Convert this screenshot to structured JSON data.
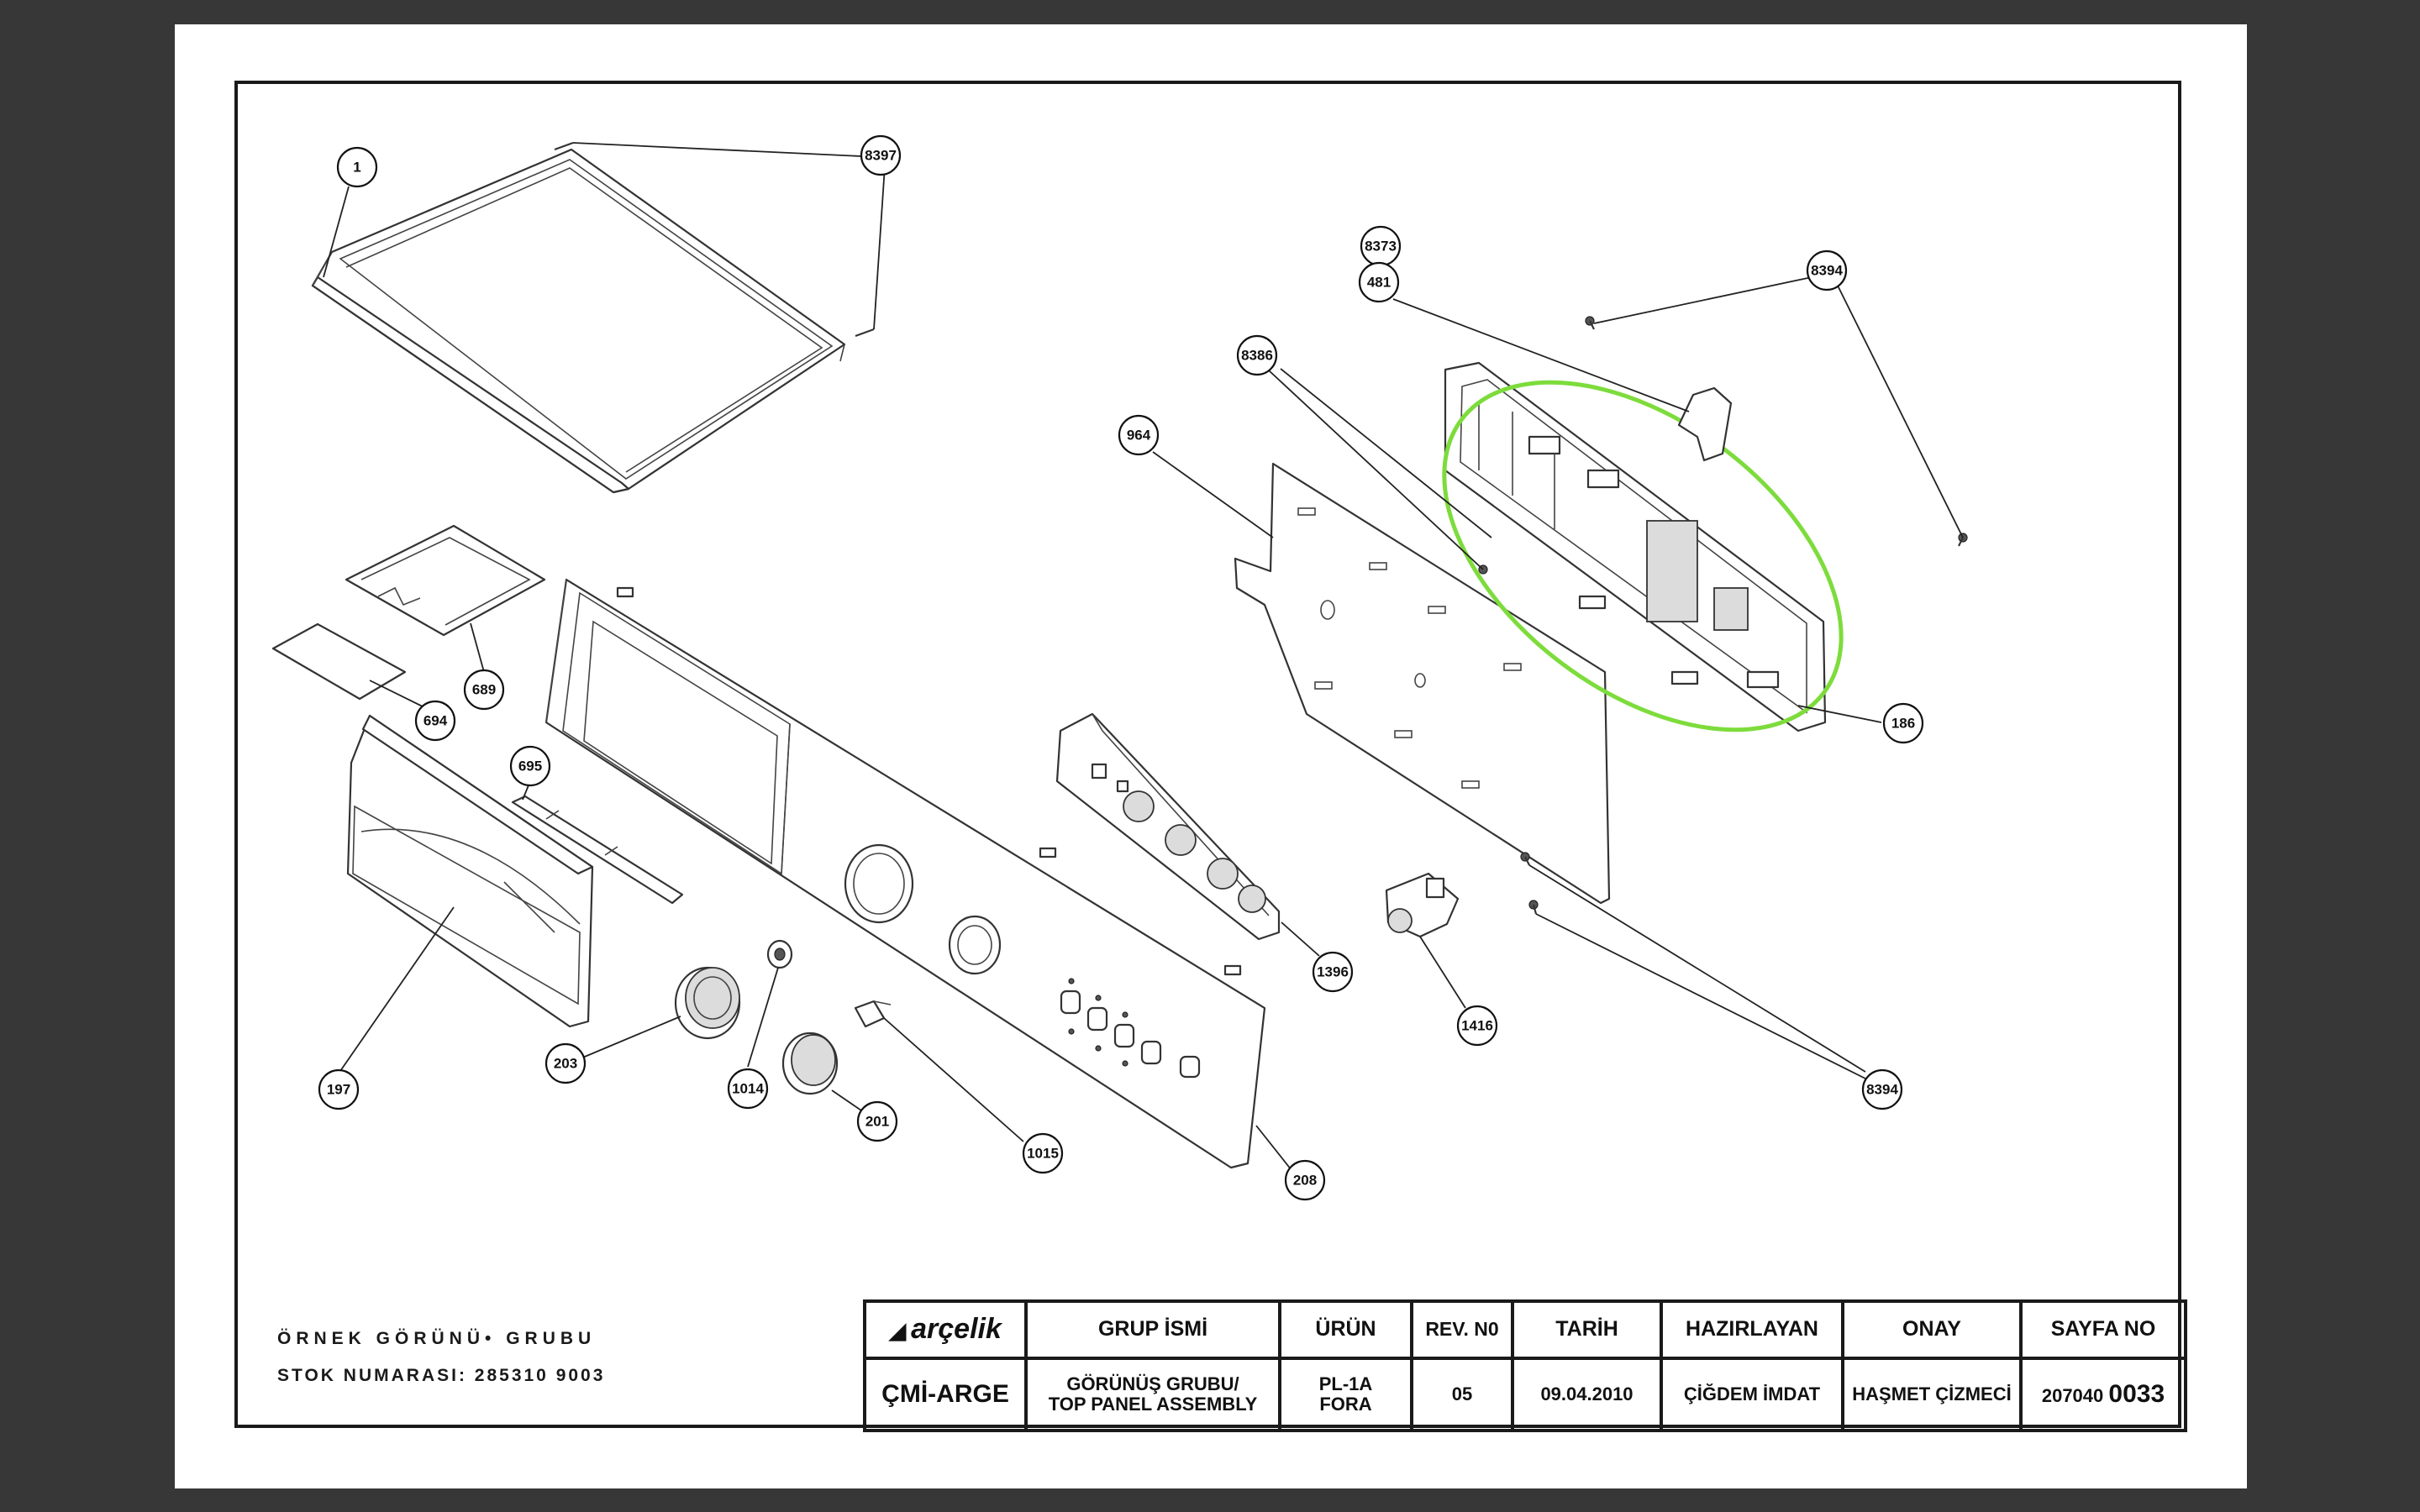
{
  "callouts": [
    {
      "label": "1"
    },
    {
      "label": "8397"
    },
    {
      "label": "8373"
    },
    {
      "label": "481"
    },
    {
      "label": "8394"
    },
    {
      "label": "8386"
    },
    {
      "label": "964"
    },
    {
      "label": "186"
    },
    {
      "label": "689"
    },
    {
      "label": "694"
    },
    {
      "label": "695"
    },
    {
      "label": "197"
    },
    {
      "label": "203"
    },
    {
      "label": "1014"
    },
    {
      "label": "201"
    },
    {
      "label": "1015"
    },
    {
      "label": "208"
    },
    {
      "label": "1396"
    },
    {
      "label": "1416"
    },
    {
      "label": "8394"
    }
  ],
  "caption": {
    "group": "ÖRNEK GÖRÜNÜ• GRUBU",
    "stock": "STOK NUMARASI: 285310 9003"
  },
  "highlight_color": "#7ddc3c",
  "title_block": {
    "logo": "arçelik",
    "headers": {
      "group_name": "GRUP İSMİ",
      "product": "ÜRÜN",
      "rev": "REV. N0",
      "date": "TARİH",
      "prepared": "HAZIRLAYAN",
      "approval": "ONAY",
      "page_no": "SAYFA NO"
    },
    "values": {
      "department": "ÇMİ-ARGE",
      "group_name_line1": "GÖRÜNÜŞ GRUBU/",
      "group_name_line2": "TOP PANEL ASSEMBLY",
      "product_line1": "PL-1A",
      "product_line2": "FORA",
      "rev": "05",
      "date": "09.04.2010",
      "prepared": "ÇİĞDEM İMDAT",
      "approval": "HAŞMET ÇİZMECİ",
      "page_prefix": "207040",
      "page_number": "0033"
    }
  }
}
